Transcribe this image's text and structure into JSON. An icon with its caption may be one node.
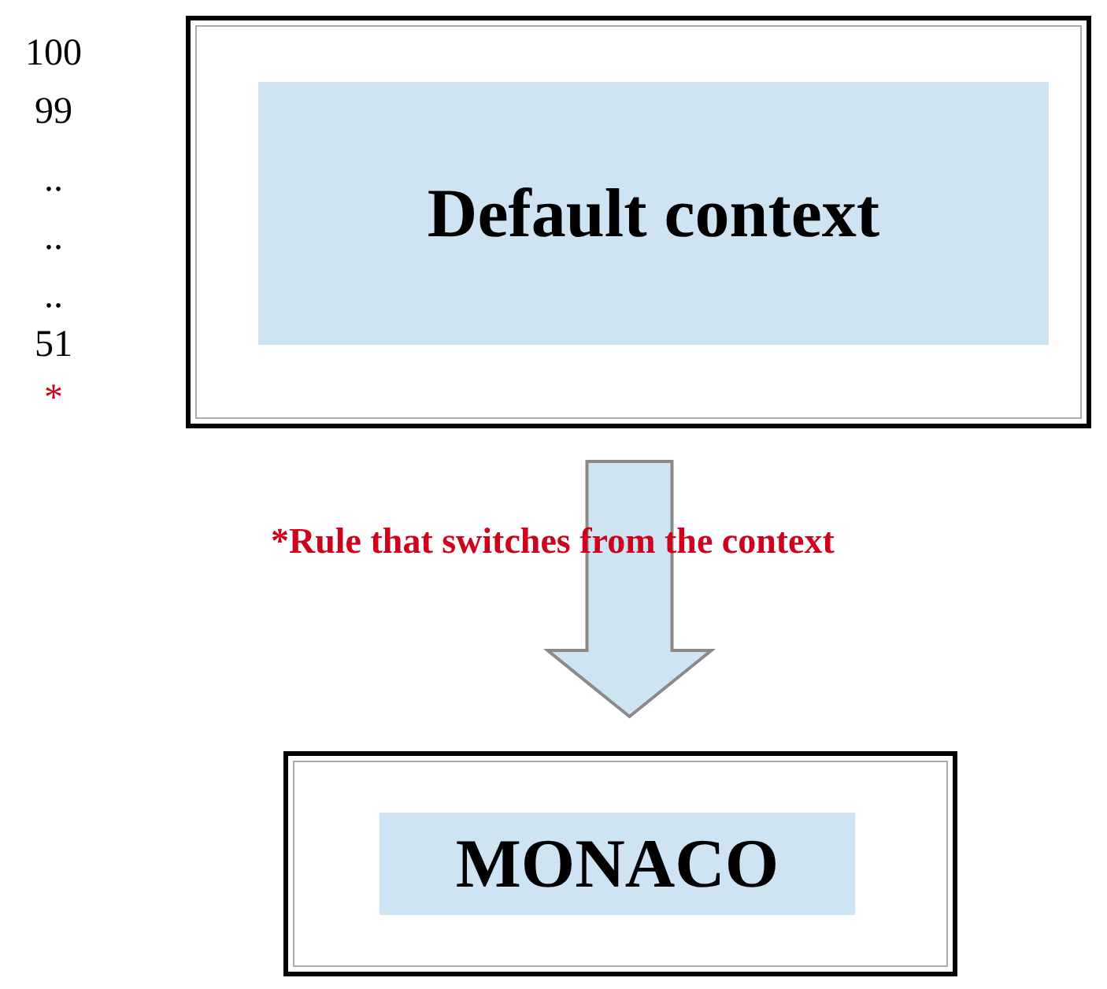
{
  "diagram": {
    "nodes": [
      {
        "text": [],
        "shape": "box"
      },
      {
        "text": [
          "Default context"
        ],
        "in": 0
      },
      {
        "text": [],
        "shape": "box"
      },
      {
        "text": [
          "MONACO"
        ],
        "in": 2
      }
    ],
    "edges": [
      {
        "from": 0,
        "to": 2,
        "arrow": "to",
        "label": "*Rule that switches from the context",
        "style": "thick"
      }
    ],
    "labels": [
      "100",
      "99",
      "..",
      "..",
      "..",
      "51",
      "*"
    ]
  }
}
